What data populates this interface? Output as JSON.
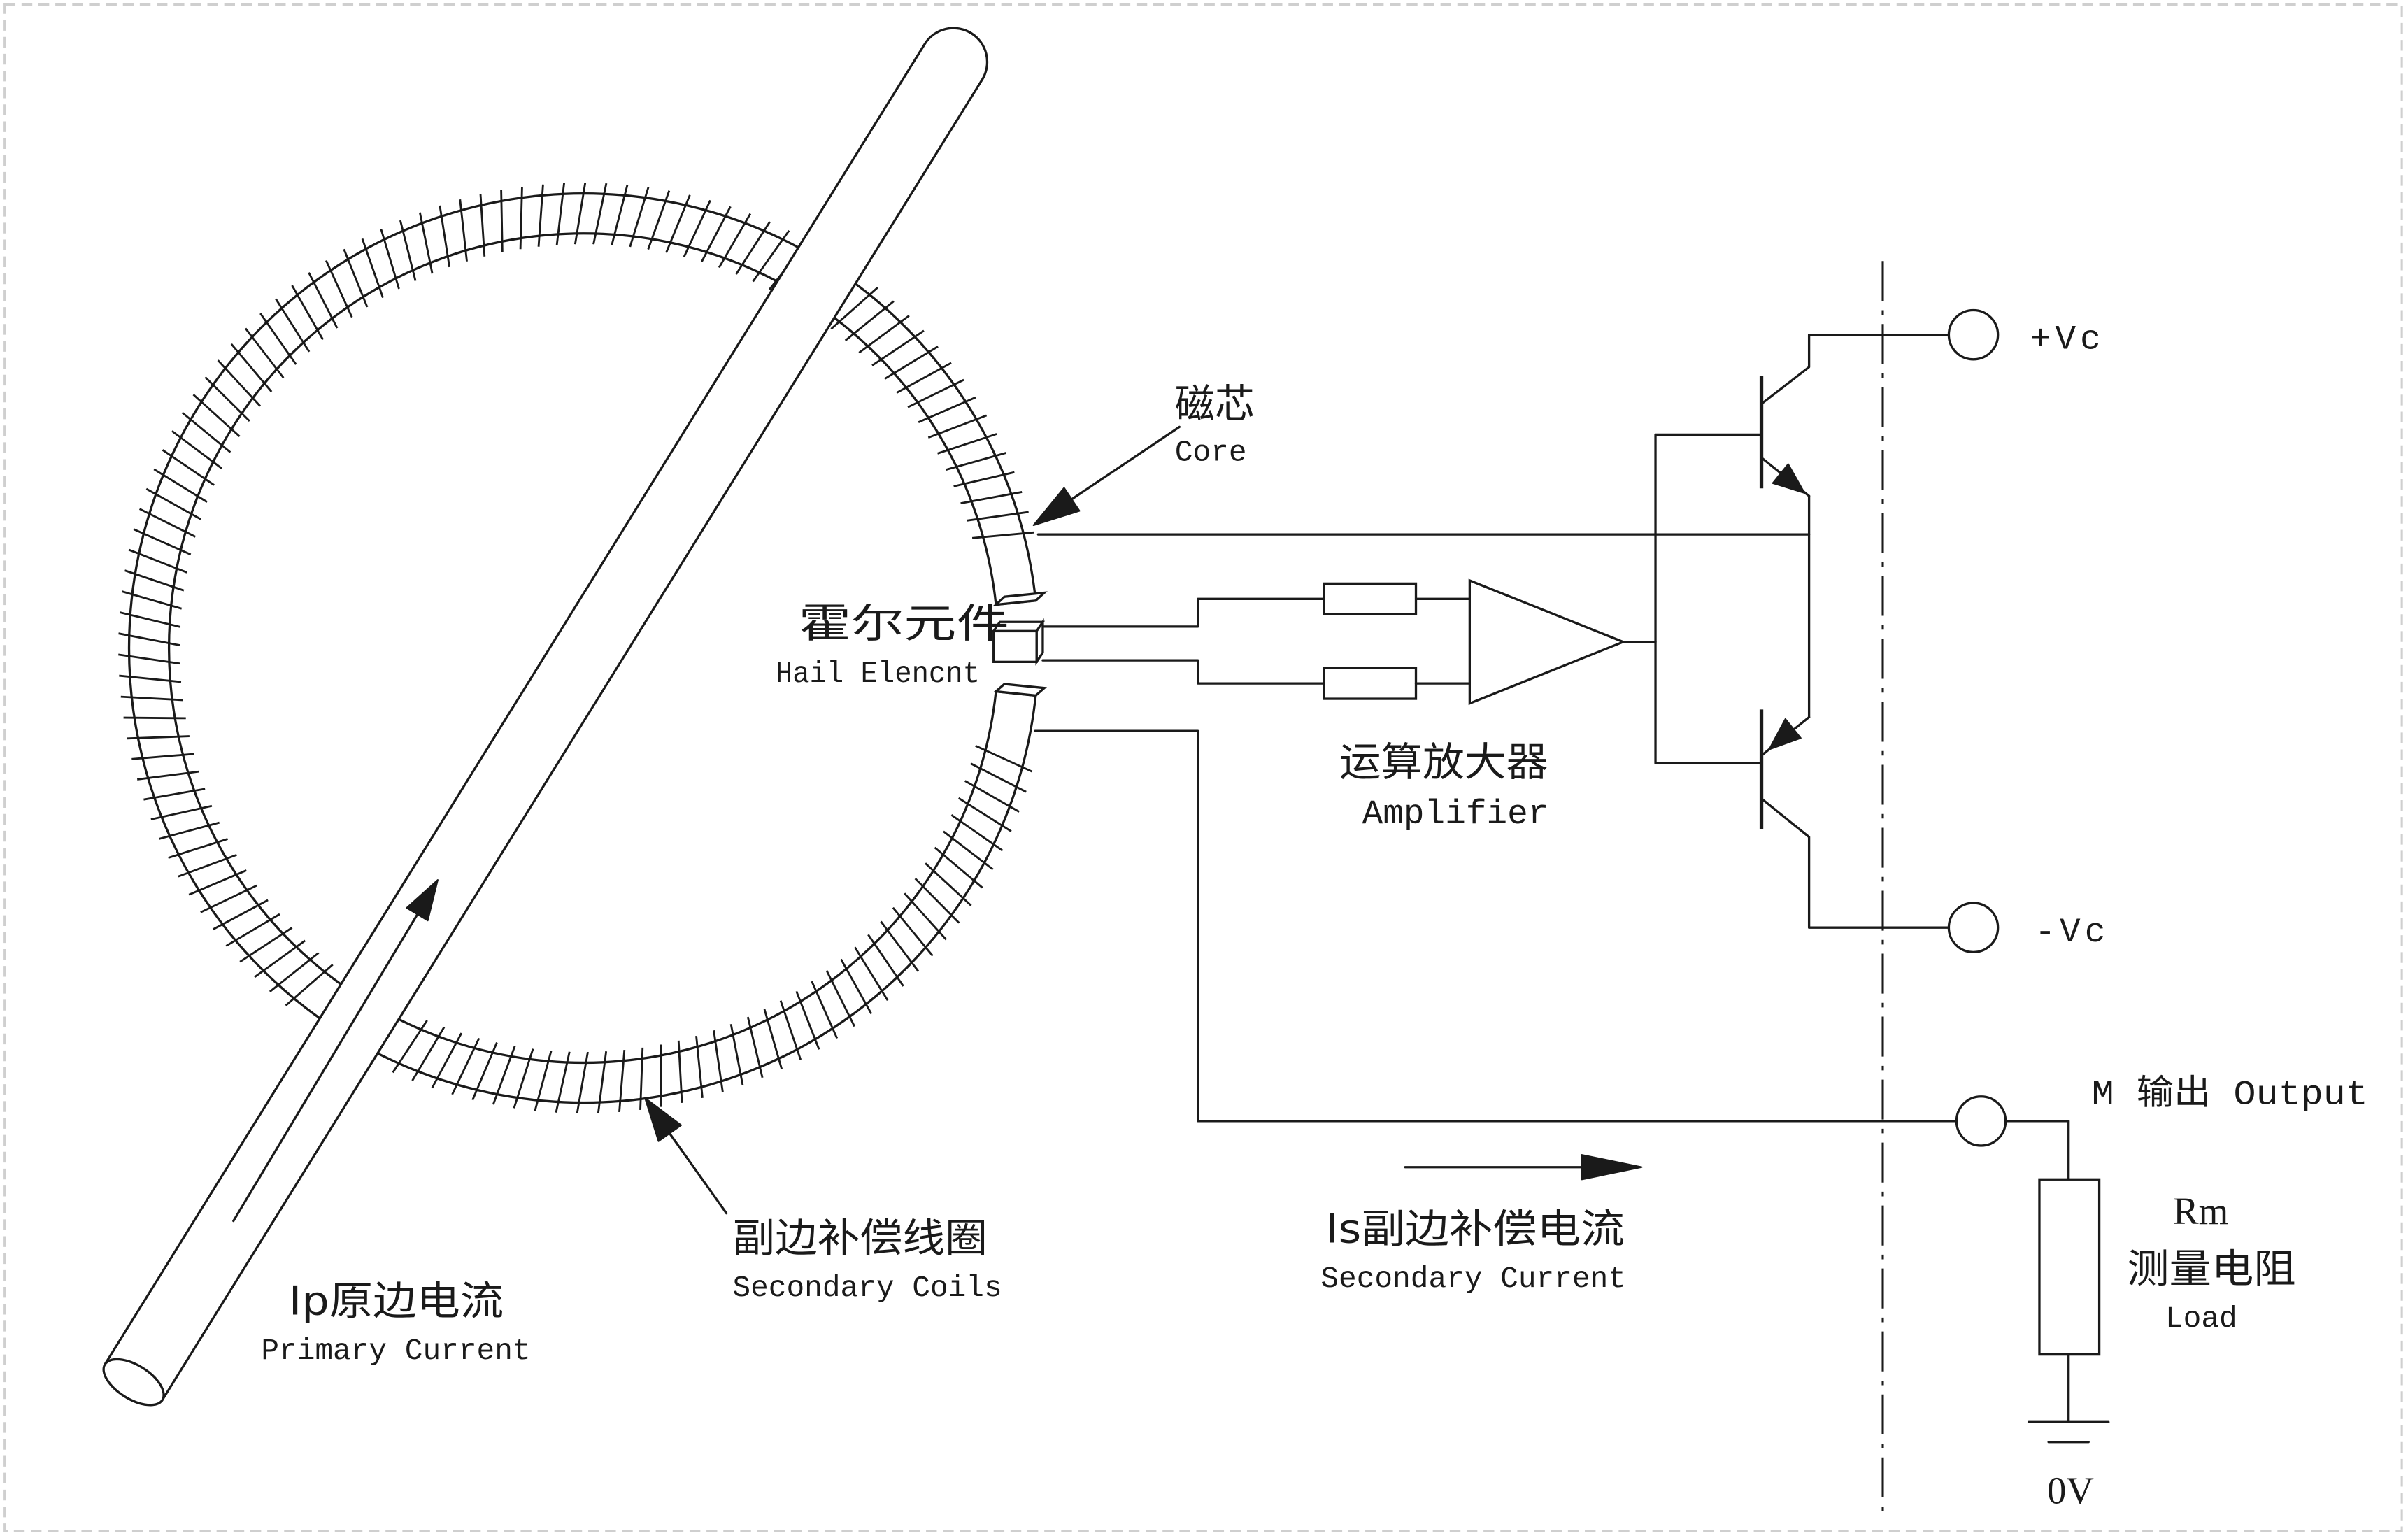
{
  "labels": {
    "core_cn": "磁芯",
    "core_en": "Core",
    "hall_cn": "霍尔元件",
    "hall_en": "Hail Elencnt",
    "amplifier_cn": "运算放大器",
    "amplifier_en": "Amplifier",
    "supply_positive": "+Vc",
    "supply_negative": "-Vc",
    "output": "M 输出 Output",
    "rm_symbol": "Rm",
    "rm_cn": "测量电阻",
    "rm_en": "Load",
    "ground": "0V",
    "secondary_coils_cn": "副边补偿线圈",
    "secondary_coils_en": "Secondary Coils",
    "primary_current_cn": "Ip原边电流",
    "primary_current_en": "Primary Current",
    "secondary_current_cn": "Is副边补偿电流",
    "secondary_current_en": "Secondary Current"
  },
  "colors": {
    "stroke": "#1a1a1a",
    "frame": "#cfcfcf",
    "background": "#ffffff"
  }
}
